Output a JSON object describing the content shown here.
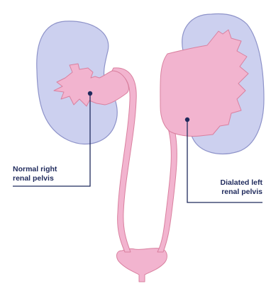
{
  "colors": {
    "kidney_fill": "#ccd0ef",
    "kidney_stroke": "#8e93c9",
    "pelvis_fill": "#f2b4cf",
    "pelvis_stroke": "#d9809f",
    "leader_line": "#1f2a5c"
  },
  "labels": {
    "left": {
      "line1": "Normal right",
      "line2": "renal pelvis"
    },
    "right": {
      "line1": "Dialated left",
      "line2": "renal pelvis"
    }
  }
}
